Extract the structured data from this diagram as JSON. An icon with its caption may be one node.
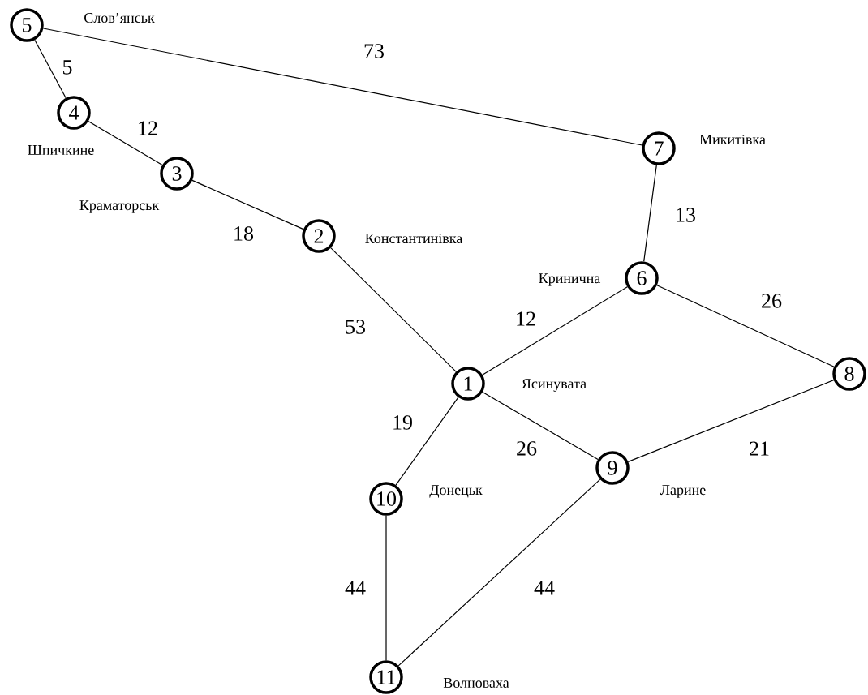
{
  "diagram": {
    "nodes": [
      {
        "text": [
          "1"
        ],
        "beside": [
          "Ясинувата"
        ]
      },
      {
        "text": [
          "2"
        ],
        "beside": [
          "Константинівка"
        ]
      },
      {
        "text": [
          "3"
        ],
        "beside": [
          "Краматорськ"
        ]
      },
      {
        "text": [
          "4"
        ],
        "beside": [
          "Шпичкине"
        ]
      },
      {
        "text": [
          "5"
        ],
        "beside": [
          "Слов’янськ"
        ]
      },
      {
        "text": [
          "6"
        ],
        "beside": [
          "Кринична"
        ]
      },
      {
        "text": [
          "7"
        ],
        "beside": [
          "Микитівка"
        ]
      },
      {
        "text": [
          "8"
        ]
      },
      {
        "text": [
          "9"
        ],
        "beside": [
          "Ларине"
        ]
      },
      {
        "text": [
          "10"
        ],
        "beside": [
          "Донецьк"
        ]
      },
      {
        "text": [
          "11"
        ],
        "beside": [
          "Волноваха"
        ]
      }
    ],
    "edges": [
      {
        "from": 4,
        "to": 3,
        "arrow": "none",
        "label": "5"
      },
      {
        "from": 3,
        "to": 2,
        "arrow": "none",
        "label": "12"
      },
      {
        "from": 2,
        "to": 1,
        "arrow": "none",
        "label": "18"
      },
      {
        "from": 4,
        "to": 6,
        "arrow": "none",
        "label": "73"
      },
      {
        "from": 6,
        "to": 5,
        "arrow": "none",
        "label": "13"
      },
      {
        "from": 1,
        "to": 0,
        "arrow": "none",
        "label": "53"
      },
      {
        "from": 0,
        "to": 5,
        "arrow": "none",
        "label": "12"
      },
      {
        "from": 5,
        "to": 7,
        "arrow": "none",
        "label": "26"
      },
      {
        "from": 7,
        "to": 8,
        "arrow": "none",
        "label": "21"
      },
      {
        "from": 0,
        "to": 8,
        "arrow": "none",
        "label": "26"
      },
      {
        "from": 0,
        "to": 9,
        "arrow": "none",
        "label": "19"
      },
      {
        "from": 9,
        "to": 10,
        "arrow": "none",
        "label": "44"
      },
      {
        "from": 8,
        "to": 10,
        "arrow": "none",
        "label": "44"
      }
    ]
  }
}
